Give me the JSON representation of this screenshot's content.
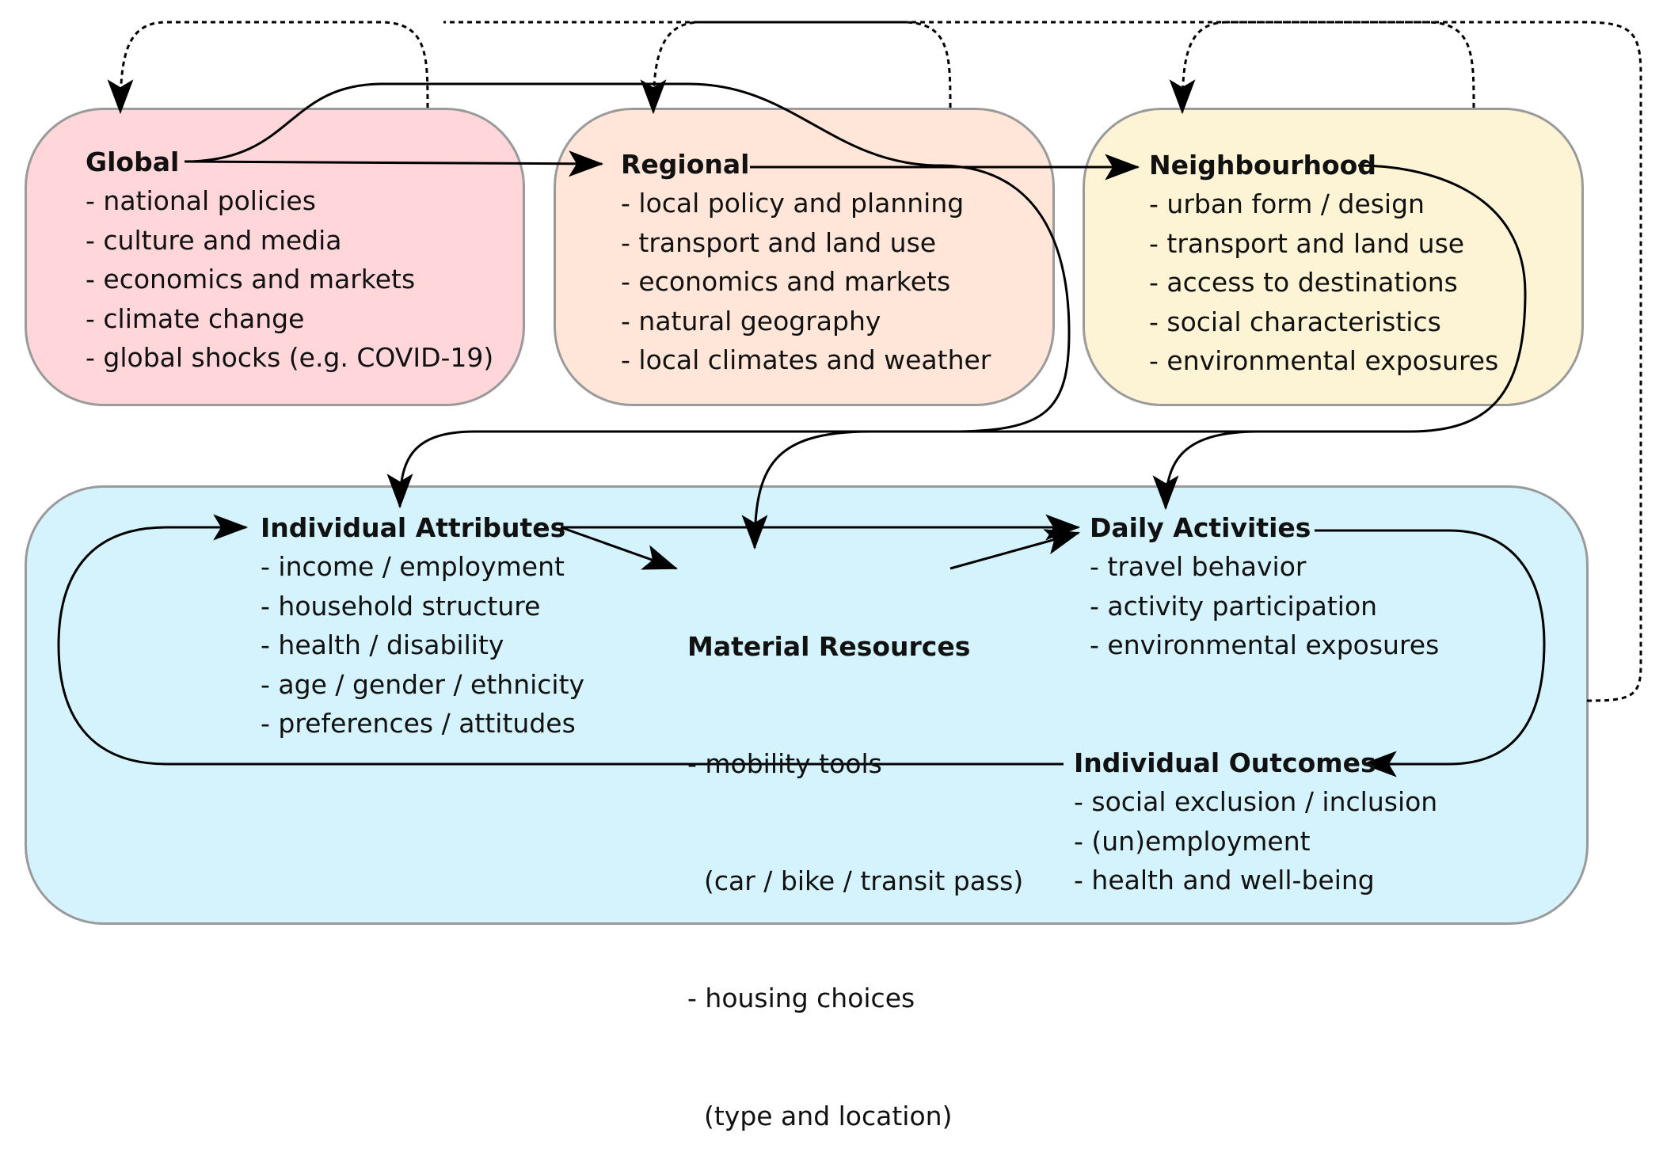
{
  "colors": {
    "global_fill": "#ffd6d9",
    "regional_fill": "#ffe6d8",
    "neighbourhood_fill": "#fdf4d6",
    "individual_fill": "#d4f3fc",
    "border": "#9a9a9a",
    "arrow": "#000000"
  },
  "global": {
    "title": "Global",
    "items": [
      "- national policies",
      "- culture and media",
      "- economics and markets",
      "- climate change",
      "- global shocks  (e.g. COVID-19)"
    ]
  },
  "regional": {
    "title": "Regional",
    "items": [
      "- local policy and planning",
      "- transport and land use",
      "- economics and markets",
      "- natural geography",
      "- local climates and weather"
    ]
  },
  "neighbourhood": {
    "title": "Neighbourhood",
    "items": [
      "- urban form / design",
      "- transport and land use",
      "- access to destinations",
      "- social characteristics",
      "- environmental exposures"
    ]
  },
  "individual_attributes": {
    "title": "Individual Attributes",
    "items": [
      "- income / employment",
      "- household structure",
      "- health / disability",
      "- age / gender / ethnicity",
      "- preferences / attitudes"
    ]
  },
  "material_resources": {
    "title": "Material Resources",
    "items": [
      "- mobility tools",
      "  (car / bike / transit pass)",
      "- housing choices",
      "  (type and location)"
    ]
  },
  "daily_activities": {
    "title": "Daily Activities",
    "items": [
      "- travel behavior",
      "- activity participation",
      "- environmental exposures"
    ]
  },
  "individual_outcomes": {
    "title": "Individual Outcomes",
    "items": [
      "- social exclusion / inclusion",
      "- (un)employment",
      "- health and well-being"
    ]
  }
}
